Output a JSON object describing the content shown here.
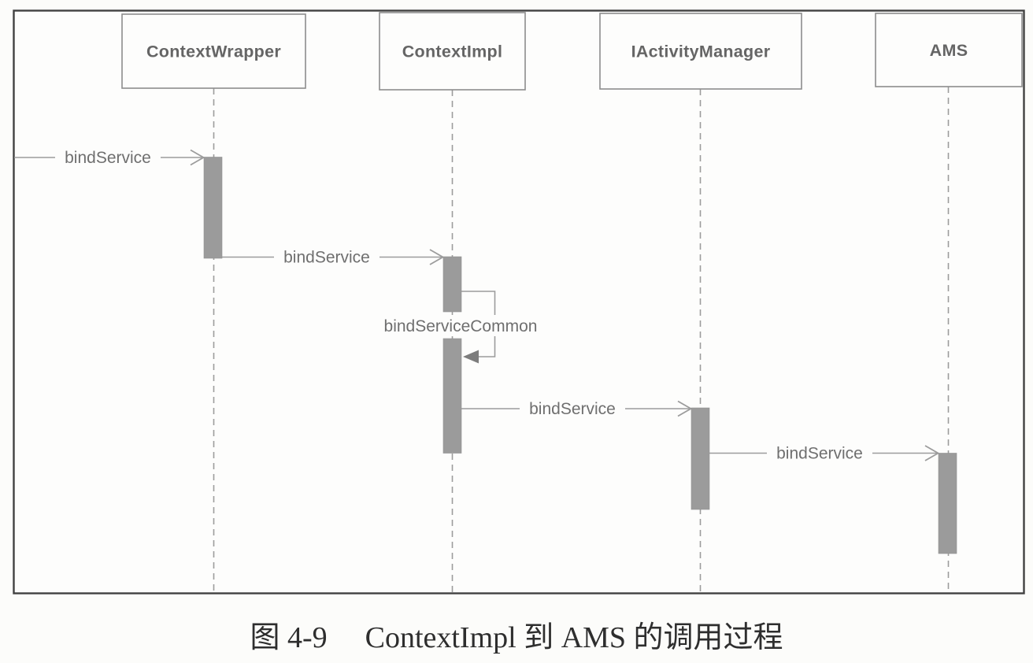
{
  "diagram": {
    "type": "uml-sequence",
    "participants": [
      {
        "name": "ContextWrapper"
      },
      {
        "name": "ContextImpl"
      },
      {
        "name": "IActivityManager"
      },
      {
        "name": "AMS"
      }
    ],
    "messages": [
      {
        "label": "bindService",
        "from": "external",
        "to": "ContextWrapper"
      },
      {
        "label": "bindService",
        "from": "ContextWrapper",
        "to": "ContextImpl"
      },
      {
        "label": "bindServiceCommon",
        "from": "ContextImpl",
        "to": "ContextImpl",
        "self_call": true
      },
      {
        "label": "bindService",
        "from": "ContextImpl",
        "to": "IActivityManager"
      },
      {
        "label": "bindService",
        "from": "IActivityManager",
        "to": "AMS"
      }
    ],
    "colors": {
      "border": "#414141",
      "box_stroke": "#8d8d8d",
      "line": "#9c9c9c",
      "activation_fill": "#9b9b9b",
      "text": "#6f6f6f",
      "caption_text": "#2e2e2e"
    }
  },
  "caption": {
    "number": "图 4-9",
    "title": "ContextImpl 到 AMS 的调用过程"
  }
}
